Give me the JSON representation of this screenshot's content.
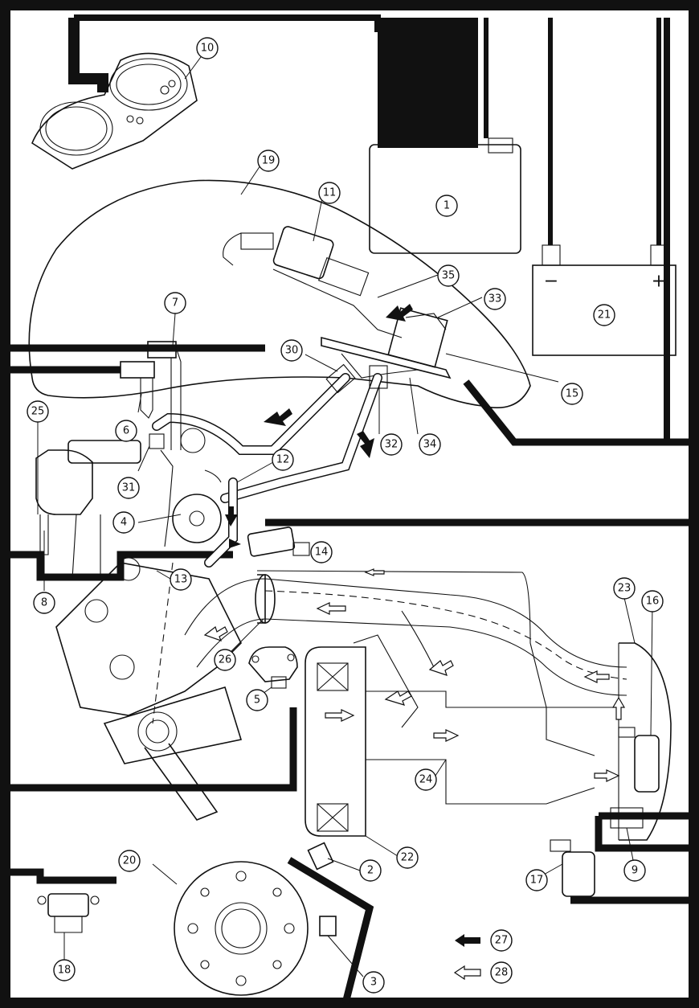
{
  "callouts": [
    {
      "label": "1"
    },
    {
      "label": "2"
    },
    {
      "label": "3"
    },
    {
      "label": "4"
    },
    {
      "label": "5"
    },
    {
      "label": "6"
    },
    {
      "label": "7"
    },
    {
      "label": "8"
    },
    {
      "label": "9"
    },
    {
      "label": "10"
    },
    {
      "label": "11"
    },
    {
      "label": "12"
    },
    {
      "label": "13"
    },
    {
      "label": "14"
    },
    {
      "label": "15"
    },
    {
      "label": "16"
    },
    {
      "label": "17"
    },
    {
      "label": "18"
    },
    {
      "label": "19"
    },
    {
      "label": "20"
    },
    {
      "label": "21"
    },
    {
      "label": "22"
    },
    {
      "label": "23"
    },
    {
      "label": "24"
    },
    {
      "label": "25"
    },
    {
      "label": "26"
    },
    {
      "label": "27"
    },
    {
      "label": "28"
    },
    {
      "label": "30"
    },
    {
      "label": "31"
    },
    {
      "label": "32"
    },
    {
      "label": "33"
    },
    {
      "label": "34"
    },
    {
      "label": "35"
    }
  ],
  "battery": {
    "minus_sign": "−",
    "plus_sign": "+"
  },
  "legend": {
    "solid_arrow_label": "27",
    "hollow_arrow_label": "28"
  }
}
